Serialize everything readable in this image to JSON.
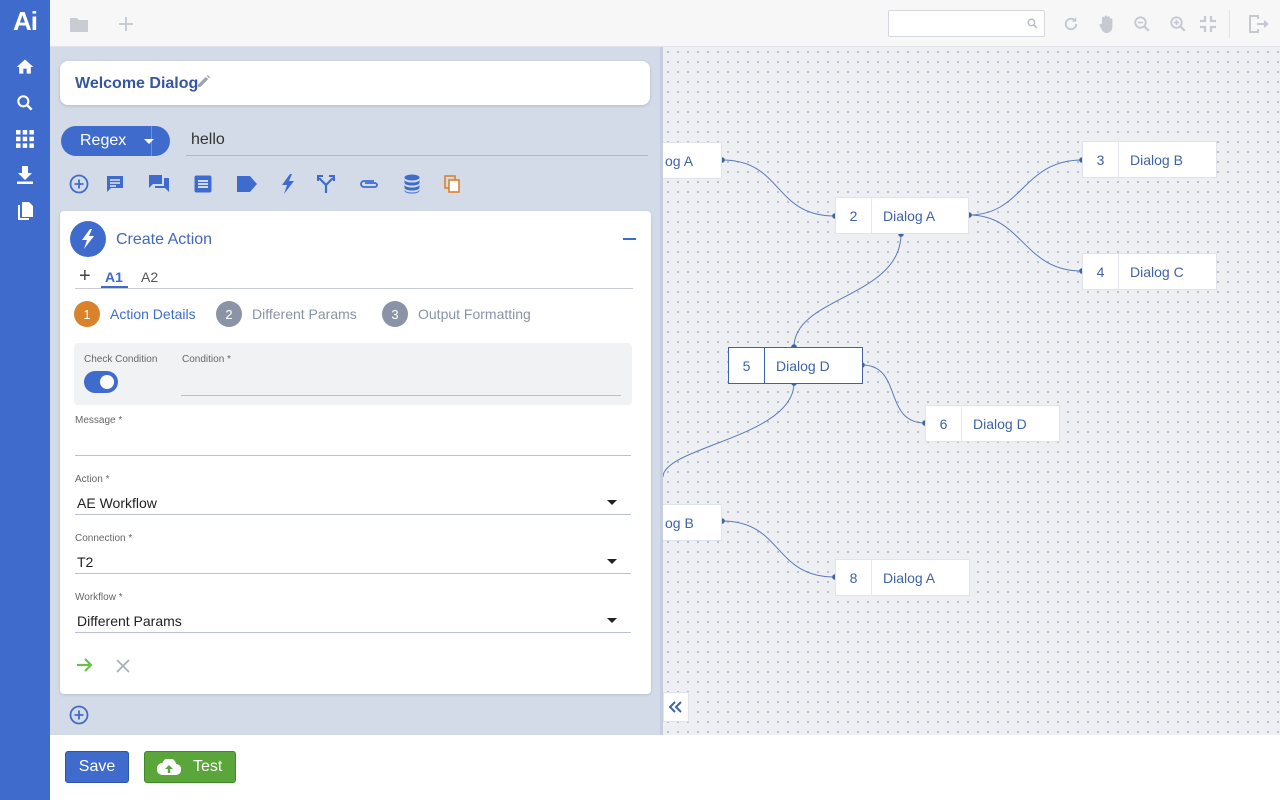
{
  "app": {
    "logo": "Ai"
  },
  "sidebar": {
    "items": [
      "home-icon",
      "search-icon",
      "apps-grid-icon",
      "download-icon",
      "copy-icon"
    ]
  },
  "topbar": {
    "search": {
      "value": "",
      "placeholder": ""
    }
  },
  "dialog": {
    "title": "Welcome Dialog",
    "matcher": {
      "type": "Regex",
      "pattern": "hello"
    },
    "toolbar": [
      "add-icon",
      "message-icon",
      "chat-icon",
      "list-icon",
      "label-icon",
      "action-icon",
      "branch-icon",
      "attachment-icon",
      "database-icon",
      "copy-icon"
    ]
  },
  "action_card": {
    "title": "Create Action",
    "tabs": [
      "A1",
      "A2"
    ],
    "active_tab": "A1",
    "steps": [
      {
        "num": "1",
        "label": "Action Details",
        "active": true
      },
      {
        "num": "2",
        "label": "Different Params",
        "active": false
      },
      {
        "num": "3",
        "label": "Output Formatting",
        "active": false
      }
    ],
    "check_condition_label": "Check Condition",
    "check_condition_on": true,
    "condition_label": "Condition *",
    "condition_value": "",
    "fields": {
      "message": {
        "label": "Message *",
        "value": ""
      },
      "action": {
        "label": "Action *",
        "value": "AE Workflow"
      },
      "connection": {
        "label": "Connection *",
        "value": "T2"
      },
      "workflow": {
        "label": "Workflow *",
        "value": "Different Params"
      }
    }
  },
  "canvas": {
    "nodes": [
      {
        "num": "",
        "label": "og A"
      },
      {
        "num": "2",
        "label": "Dialog A"
      },
      {
        "num": "3",
        "label": "Dialog B"
      },
      {
        "num": "4",
        "label": "Dialog C"
      },
      {
        "num": "5",
        "label": "Dialog D"
      },
      {
        "num": "6",
        "label": "Dialog D"
      },
      {
        "num": "",
        "label": "og B"
      },
      {
        "num": "8",
        "label": "Dialog A"
      }
    ]
  },
  "footer": {
    "save_label": "Save",
    "test_label": "Test"
  },
  "colors": {
    "primary": "#3f6ccc",
    "success": "#5aa63a",
    "step_active": "#d9822b",
    "step_inactive": "#8a94a6"
  }
}
